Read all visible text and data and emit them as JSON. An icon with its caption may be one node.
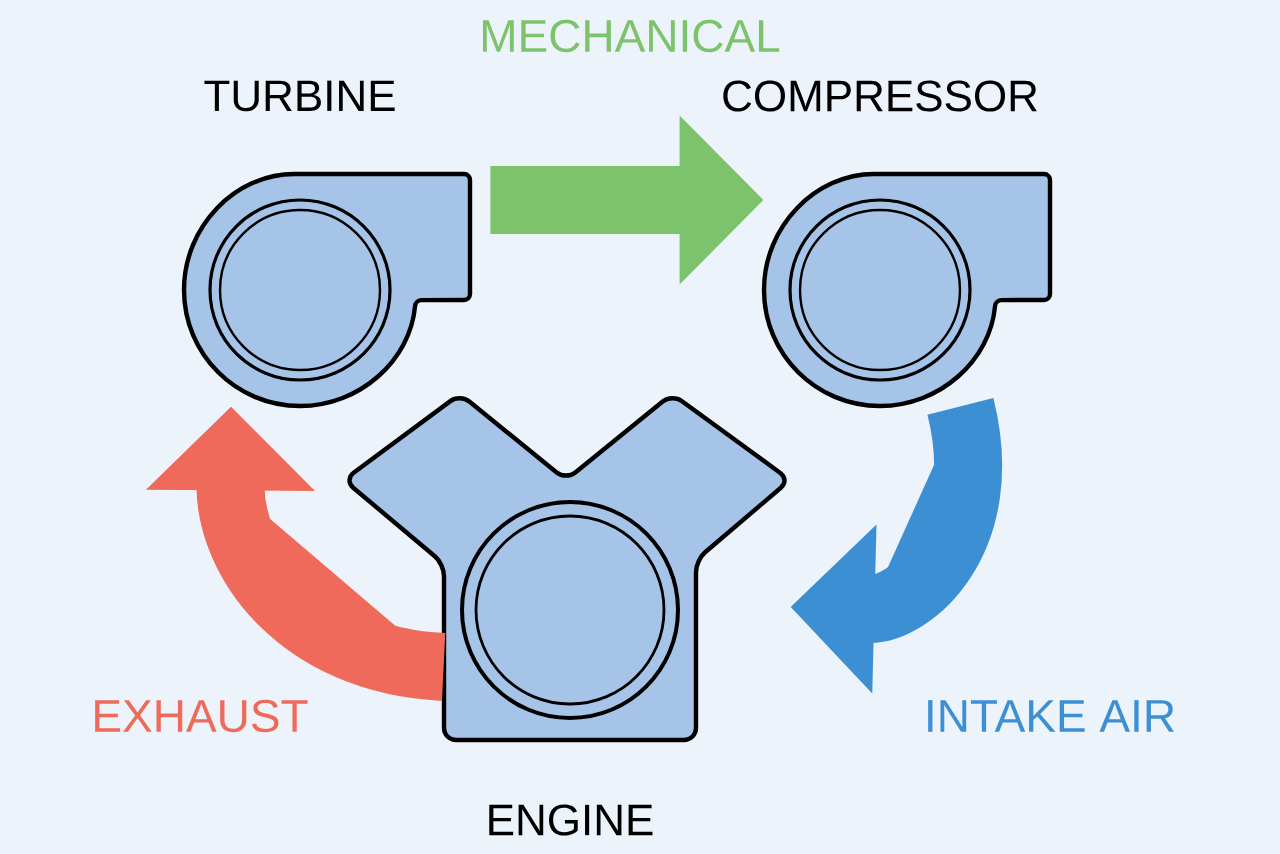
{
  "diagram": {
    "nodes": [
      {
        "text": [
          "TURBINE"
        ]
      },
      {
        "text": [
          "COMPRESSOR"
        ]
      },
      {
        "text": [
          "ENGINE"
        ]
      }
    ],
    "edges": [
      {
        "from": 0,
        "to": 1,
        "arrow": "to",
        "label": "MECHANICAL",
        "color": "#7dc36b"
      },
      {
        "from": 1,
        "to": 2,
        "arrow": "to",
        "label": "INTAKE AIR",
        "color": "#3d8fd4"
      },
      {
        "from": 2,
        "to": 0,
        "arrow": "to",
        "label": "EXHAUST",
        "color": "#ef6a5a"
      }
    ]
  }
}
